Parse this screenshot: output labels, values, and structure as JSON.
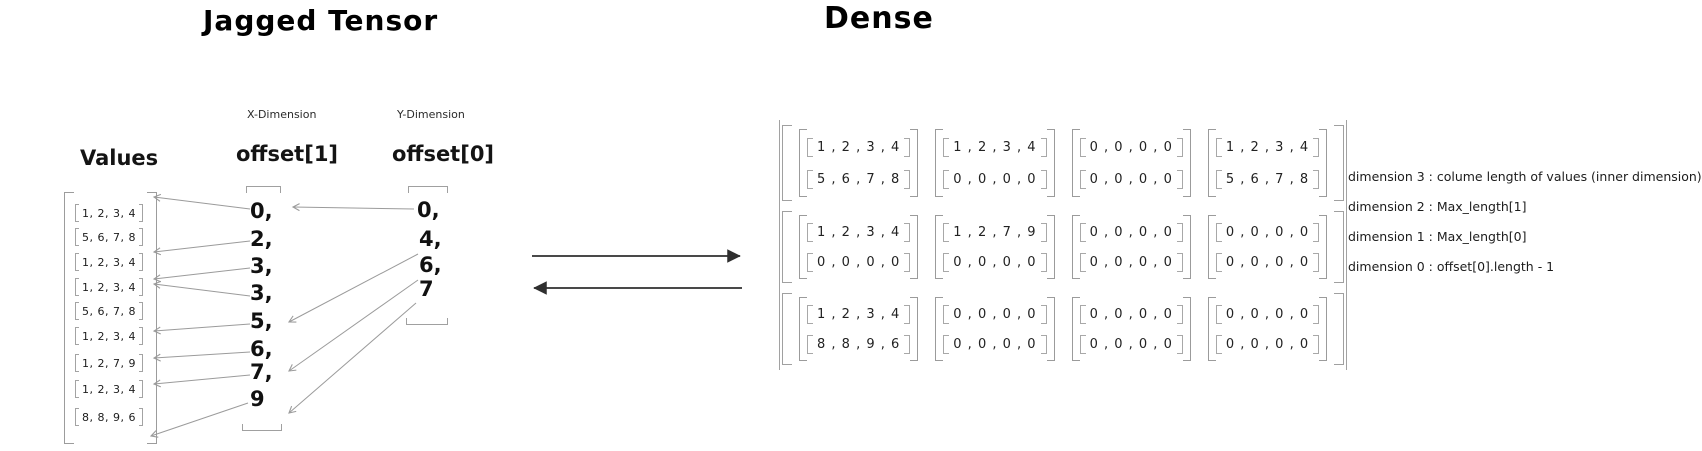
{
  "titles": {
    "jagged": "Jagged Tensor",
    "dense": "Dense"
  },
  "jagged": {
    "values_label": "Values",
    "x_dimension_label": "X-Dimension",
    "y_dimension_label": "Y-Dimension",
    "offset1_label": "offset[1]",
    "offset0_label": "offset[0]",
    "values_rows": [
      [
        1,
        2,
        3,
        4
      ],
      [
        5,
        6,
        7,
        8
      ],
      [
        1,
        2,
        3,
        4
      ],
      [
        1,
        2,
        3,
        4
      ],
      [
        5,
        6,
        7,
        8
      ],
      [
        1,
        2,
        3,
        4
      ],
      [
        1,
        2,
        7,
        9
      ],
      [
        1,
        2,
        3,
        4
      ],
      [
        8,
        8,
        9,
        6
      ]
    ],
    "offset1": [
      "0,",
      "2,",
      "3,",
      "3,",
      "5,",
      "6,",
      "7,",
      "9"
    ],
    "offset0": [
      "0,",
      "4,",
      "6,",
      "7"
    ]
  },
  "dense": {
    "grid": [
      [
        [
          [
            1,
            2,
            3,
            4
          ],
          [
            5,
            6,
            7,
            8
          ]
        ],
        [
          [
            1,
            2,
            3,
            4
          ],
          [
            0,
            0,
            0,
            0
          ]
        ],
        [
          [
            0,
            0,
            0,
            0
          ],
          [
            0,
            0,
            0,
            0
          ]
        ],
        [
          [
            1,
            2,
            3,
            4
          ],
          [
            5,
            6,
            7,
            8
          ]
        ]
      ],
      [
        [
          [
            1,
            2,
            3,
            4
          ],
          [
            0,
            0,
            0,
            0
          ]
        ],
        [
          [
            1,
            2,
            7,
            9
          ],
          [
            0,
            0,
            0,
            0
          ]
        ],
        [
          [
            0,
            0,
            0,
            0
          ],
          [
            0,
            0,
            0,
            0
          ]
        ],
        [
          [
            0,
            0,
            0,
            0
          ],
          [
            0,
            0,
            0,
            0
          ]
        ]
      ],
      [
        [
          [
            1,
            2,
            3,
            4
          ],
          [
            8,
            8,
            9,
            6
          ]
        ],
        [
          [
            0,
            0,
            0,
            0
          ],
          [
            0,
            0,
            0,
            0
          ]
        ],
        [
          [
            0,
            0,
            0,
            0
          ],
          [
            0,
            0,
            0,
            0
          ]
        ],
        [
          [
            0,
            0,
            0,
            0
          ],
          [
            0,
            0,
            0,
            0
          ]
        ]
      ]
    ]
  },
  "annotations": [
    "dimension 3 : colume length of values (inner dimension)",
    "dimension 2 : Max_length[1]",
    "dimension 1 : Max_length[0]",
    "dimension 0 : offset[0].length - 1"
  ],
  "colors": {
    "ink": "#1f1f1f",
    "bracket_gray": "#9c9c9c",
    "arrow_gray": "#9b9b9b",
    "arrow_dark": "#2f2f2f"
  }
}
